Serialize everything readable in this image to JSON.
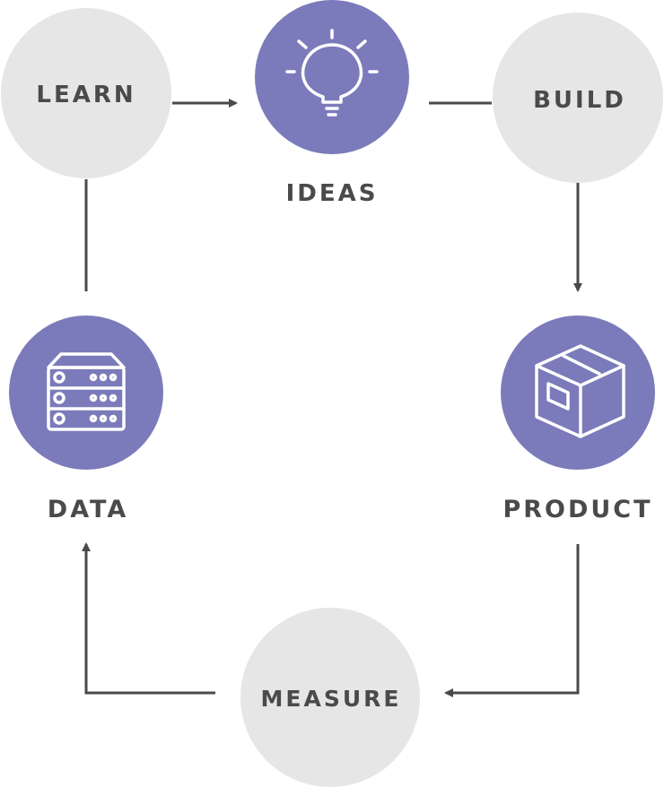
{
  "colors": {
    "gray": "#e6e6e7",
    "purple": "#7b7bbb",
    "text": "#4a4a4c",
    "line": "#4a4a4c"
  },
  "nodes": {
    "learn": {
      "label": "LEARN"
    },
    "ideas": {
      "label": "IDEAS",
      "icon": "lightbulb-icon"
    },
    "build": {
      "label": "BUILD"
    },
    "product": {
      "label": "PRODUCT",
      "icon": "box-icon"
    },
    "measure": {
      "label": "MEASURE"
    },
    "data": {
      "label": "DATA",
      "icon": "server-icon"
    }
  }
}
